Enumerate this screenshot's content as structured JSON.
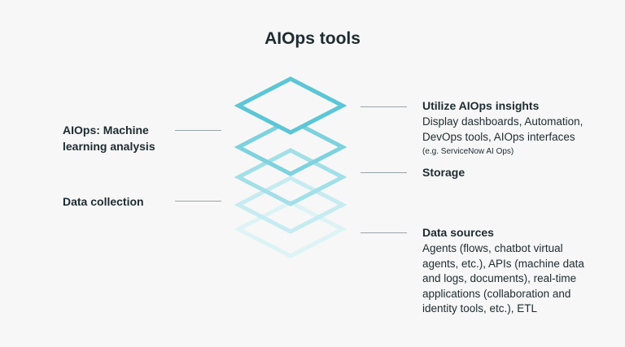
{
  "title": "AIOps tools",
  "layers": [
    {
      "color": "#5cc6d6"
    },
    {
      "color": "#7dd2de"
    },
    {
      "color": "#a3dfe8"
    },
    {
      "color": "#c6ebf1"
    },
    {
      "color": "#ddf3f6"
    }
  ],
  "left": {
    "ml_line1": "AIOps: Machine",
    "ml_line2": "learning analysis",
    "collection": "Data collection"
  },
  "right": {
    "insights_title": "Utilize AIOps insights",
    "insights_lines": [
      "Display dashboards, Automation,",
      "DevOps tools, AIOps interfaces"
    ],
    "insights_note": "(e.g.  ServiceNow AI Ops)",
    "storage": "Storage",
    "sources_title": "Data sources",
    "sources_lines": [
      "Agents (flows, chatbot virtual",
      "agents, etc.), APIs (machine data",
      "and logs, documents), real-time",
      "applications (collaboration and",
      "identity tools, etc.), ETL"
    ]
  }
}
